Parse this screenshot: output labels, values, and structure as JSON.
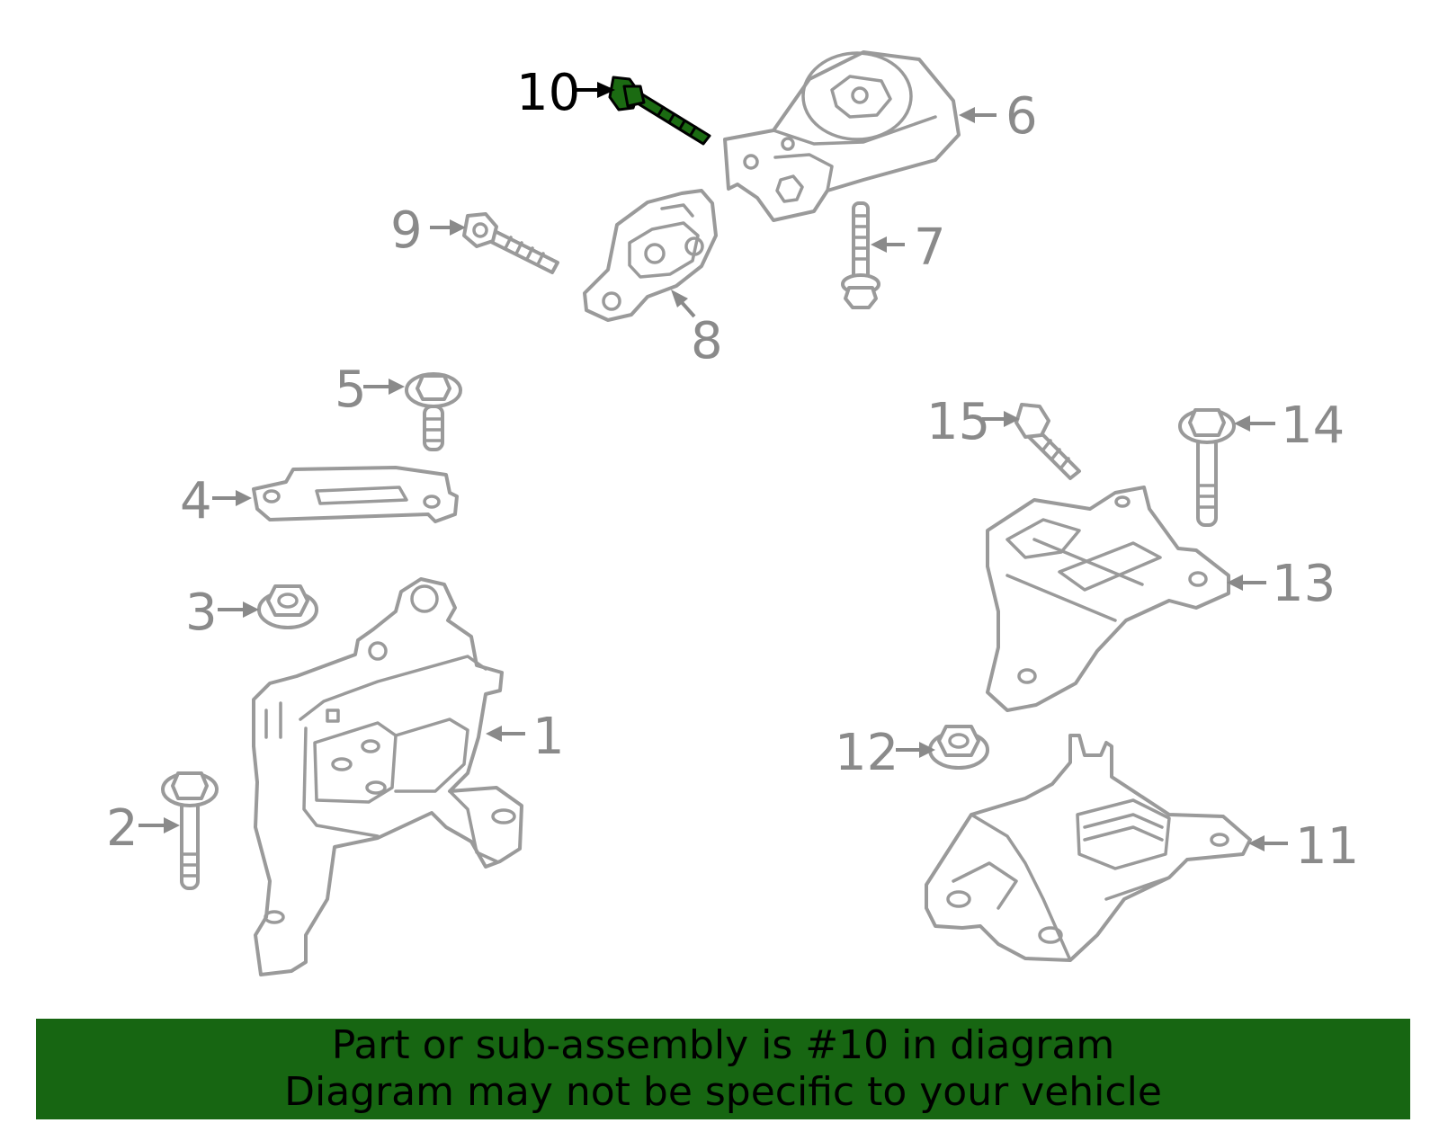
{
  "callouts": {
    "c1": "1",
    "c2": "2",
    "c3": "3",
    "c4": "4",
    "c5": "5",
    "c6": "6",
    "c7": "7",
    "c8": "8",
    "c9": "9",
    "c10": "10",
    "c11": "11",
    "c12": "12",
    "c13": "13",
    "c14": "14",
    "c15": "15"
  },
  "highlighted_part": "10",
  "colors": {
    "highlight_fill": "#1b6b12",
    "banner_background": "#176612",
    "line_gray": "#9a9a9a"
  },
  "banner": {
    "line1": "Part or sub-assembly is #10 in diagram",
    "line2": "Diagram may not be specific to your vehicle"
  }
}
